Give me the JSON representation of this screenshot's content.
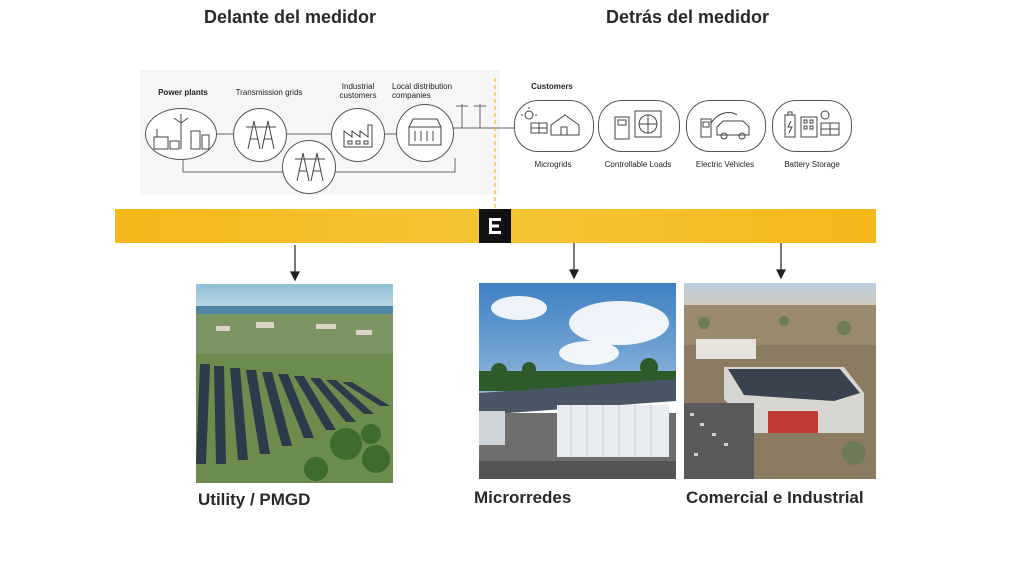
{
  "diagram": {
    "labels": {
      "power_plants": "Power plants",
      "transmission_grids": "Transmission grids",
      "industrial_customers": "Industrial\ncustomers",
      "local_distribution": "Local distribution\ncompanies",
      "customers": "Customers"
    },
    "customer_types": [
      {
        "label": "Microgrids",
        "icon": "house-solar-icon"
      },
      {
        "label": "Controllable Loads",
        "icon": "appliances-icon"
      },
      {
        "label": "Electric Vehicles",
        "icon": "ev-charging-icon"
      },
      {
        "label": "Battery Storage",
        "icon": "battery-building-icon"
      }
    ]
  },
  "banner": {
    "left": "Delante del medidor",
    "right": "Detrás del medidor",
    "logo_letter": "E"
  },
  "colors": {
    "banner": "#f6b81a",
    "logo_bg": "#111111",
    "line": "#555555",
    "divider": "#f6b81a"
  },
  "captions": {
    "utility": "Utility / PMGD",
    "microgrids": "Microrredes",
    "commercial": "Comercial e Industrial"
  }
}
